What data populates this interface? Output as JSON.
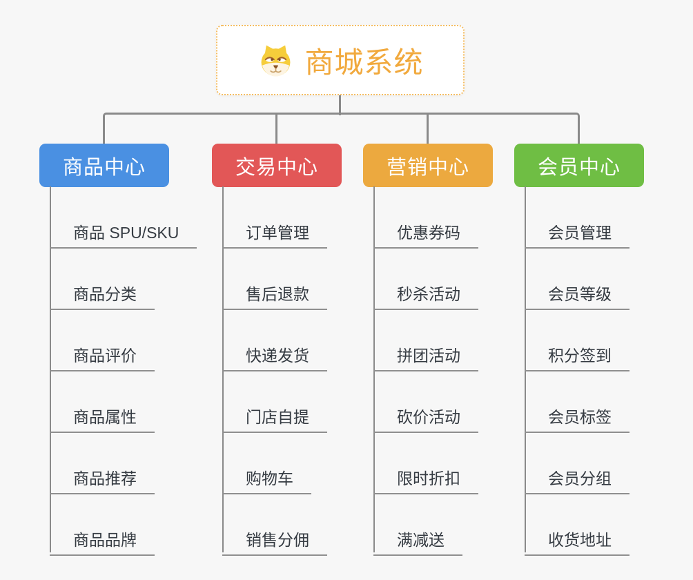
{
  "canvas": {
    "background": "#f7f7f7",
    "connector_color": "#8a8a8a"
  },
  "root": {
    "title": "商城系统",
    "icon": "shiba-dog-icon",
    "text_color": "#f1a93d",
    "border_color": "#f5bd62"
  },
  "branches": [
    {
      "id": "product-center",
      "label": "商品中心",
      "color": "#4a90e2",
      "children": [
        "商品 SPU/SKU",
        "商品分类",
        "商品评价",
        "商品属性",
        "商品推荐",
        "商品品牌"
      ]
    },
    {
      "id": "trade-center",
      "label": "交易中心",
      "color": "#e25757",
      "children": [
        "订单管理",
        "售后退款",
        "快递发货",
        "门店自提",
        "购物车",
        "销售分佣"
      ]
    },
    {
      "id": "marketing-center",
      "label": "营销中心",
      "color": "#eca93f",
      "children": [
        "优惠券码",
        "秒杀活动",
        "拼团活动",
        "砍价活动",
        "限时折扣",
        "满减送"
      ]
    },
    {
      "id": "member-center",
      "label": "会员中心",
      "color": "#6fbe44",
      "children": [
        "会员管理",
        "会员等级",
        "积分签到",
        "会员标签",
        "会员分组",
        "收货地址"
      ]
    }
  ]
}
